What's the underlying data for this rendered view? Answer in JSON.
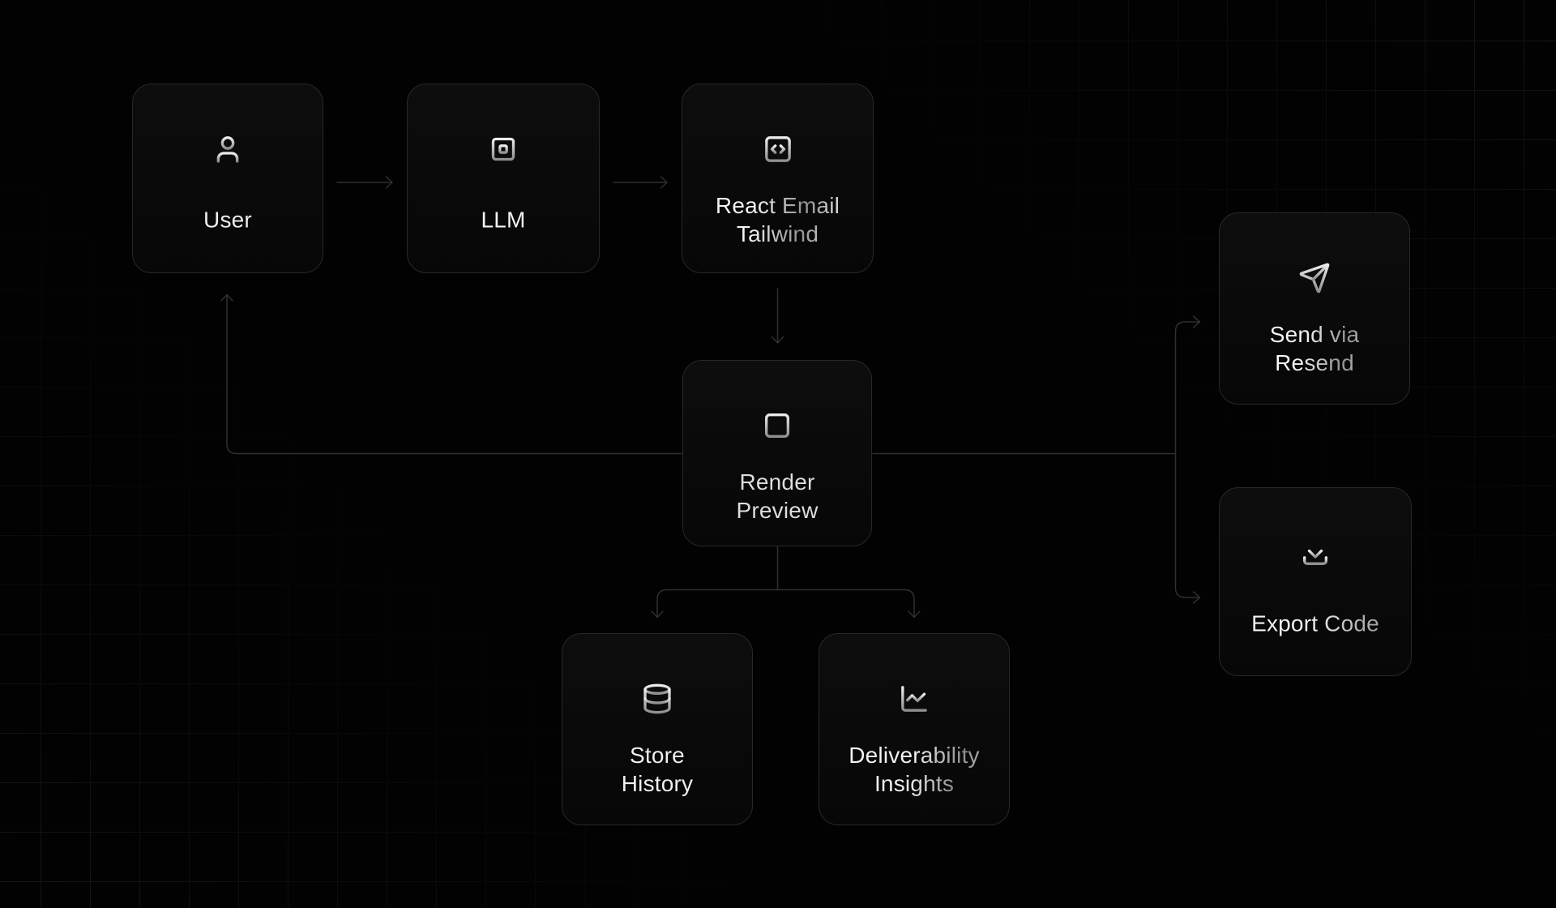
{
  "diagram": {
    "nodes": [
      {
        "id": "user",
        "label": "User",
        "icon": "user-icon"
      },
      {
        "id": "llm",
        "label": "LLM",
        "icon": "cpu-icon"
      },
      {
        "id": "react-email-tailwind",
        "label": "React Email\nTailwind",
        "icon": "code-square-icon"
      },
      {
        "id": "render-preview",
        "label": "Render\nPreview",
        "icon": "panel-rows-icon"
      },
      {
        "id": "send-via-resend",
        "label": "Send via\nResend",
        "icon": "send-icon"
      },
      {
        "id": "export-code",
        "label": "Export Code",
        "icon": "download-icon"
      },
      {
        "id": "store-history",
        "label": "Store\nHistory",
        "icon": "database-icon"
      },
      {
        "id": "deliverability-insights",
        "label": "Deliverability\nInsights",
        "icon": "chart-line-icon"
      }
    ],
    "edges": [
      {
        "from": "user",
        "to": "llm"
      },
      {
        "from": "llm",
        "to": "react-email-tailwind"
      },
      {
        "from": "react-email-tailwind",
        "to": "render-preview"
      },
      {
        "from": "render-preview",
        "to": "user"
      },
      {
        "from": "render-preview",
        "to": "send-via-resend"
      },
      {
        "from": "render-preview",
        "to": "export-code"
      },
      {
        "from": "render-preview",
        "to": "store-history"
      },
      {
        "from": "render-preview",
        "to": "deliverability-insights"
      }
    ],
    "colors": {
      "background": "#020202",
      "grid_line": "#161616",
      "node_background": "#0a0a0a",
      "node_border": "#282828",
      "edge": "#2f2f2f",
      "label": "#f1f1f1",
      "label_dim": "#8d8d8d",
      "icon": "#d9d9d9"
    }
  }
}
